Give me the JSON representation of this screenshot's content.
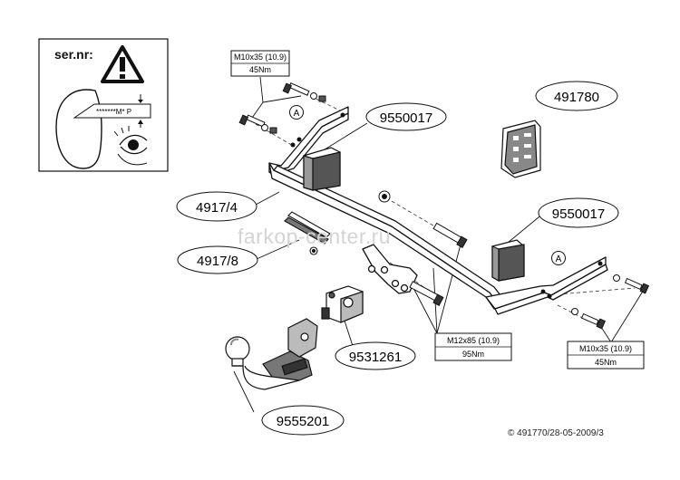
{
  "warning_panel": {
    "label": "ser.nr:",
    "plate_text": "*******M* P",
    "icon": "warning-triangle-icon"
  },
  "callouts": {
    "bolt_top": {
      "spec": "M10x35 (10.9)",
      "torque": "45Nm"
    },
    "bolt_right": {
      "spec": "M10x35 (10.9)",
      "torque": "45Nm"
    },
    "bolt_center": {
      "spec": "M12x85 (10.9)",
      "torque": "95Nm"
    }
  },
  "parts": {
    "spacer_top": "9550017",
    "spacer_right": "9550017",
    "instruction_card": "491780",
    "crossbar": "4917/4",
    "bracket": "4917/8",
    "socket_housing": "9531261",
    "tow_ball": "9555201"
  },
  "detail_markers": {
    "left": "A",
    "right": "A"
  },
  "watermark": "farkop-center.ru",
  "copyright": "© 491770/28-05-2009/3"
}
